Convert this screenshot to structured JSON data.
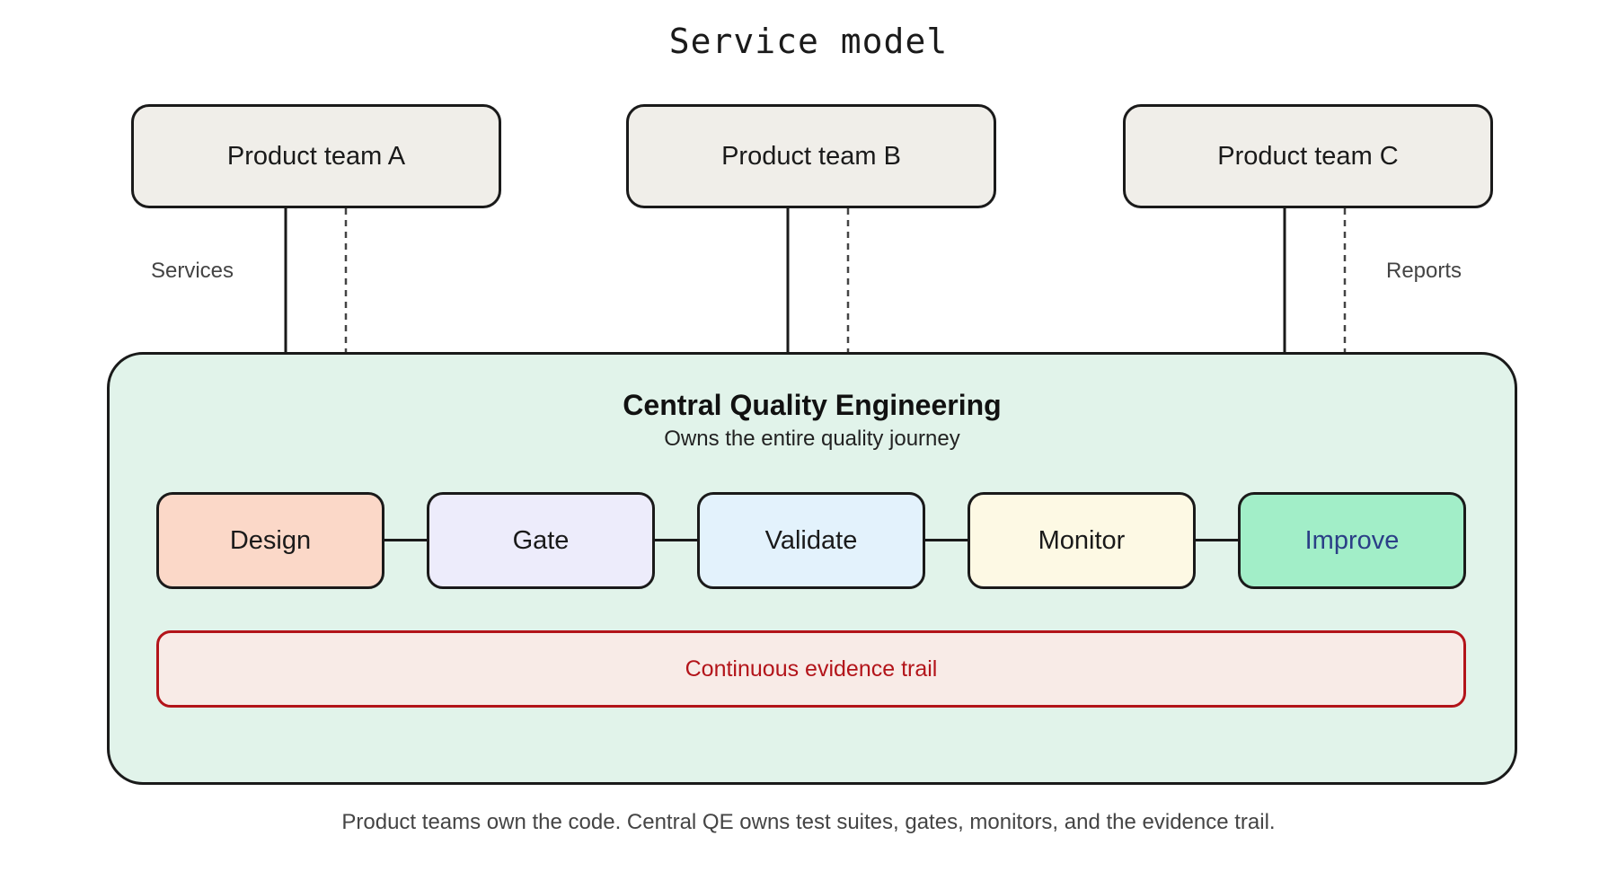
{
  "title": "Service model",
  "teams": [
    {
      "label": "Product team A"
    },
    {
      "label": "Product team B"
    },
    {
      "label": "Product team C"
    }
  ],
  "labels": {
    "services": "Services",
    "reports": "Reports"
  },
  "central": {
    "title": "Central Quality Engineering",
    "subtitle": "Owns the entire quality journey",
    "stages": [
      {
        "label": "Design"
      },
      {
        "label": "Gate"
      },
      {
        "label": "Validate"
      },
      {
        "label": "Monitor"
      },
      {
        "label": "Improve"
      }
    ],
    "evidence_label": "Continuous evidence trail"
  },
  "caption": "Product teams own the code. Central QE owns test suites, gates, monitors, and the evidence trail.",
  "colors": {
    "team_fill": "#f0eee9",
    "central_fill": "#e1f3ea",
    "design_fill": "#fbd8c8",
    "gate_fill": "#edecfb",
    "validate_fill": "#e3f2fc",
    "monitor_fill": "#fdf9e4",
    "improve_fill": "#a2eec8",
    "improve_text": "#2b3f87",
    "evidence_border": "#b3141a",
    "evidence_fill": "#f8ebe7"
  }
}
